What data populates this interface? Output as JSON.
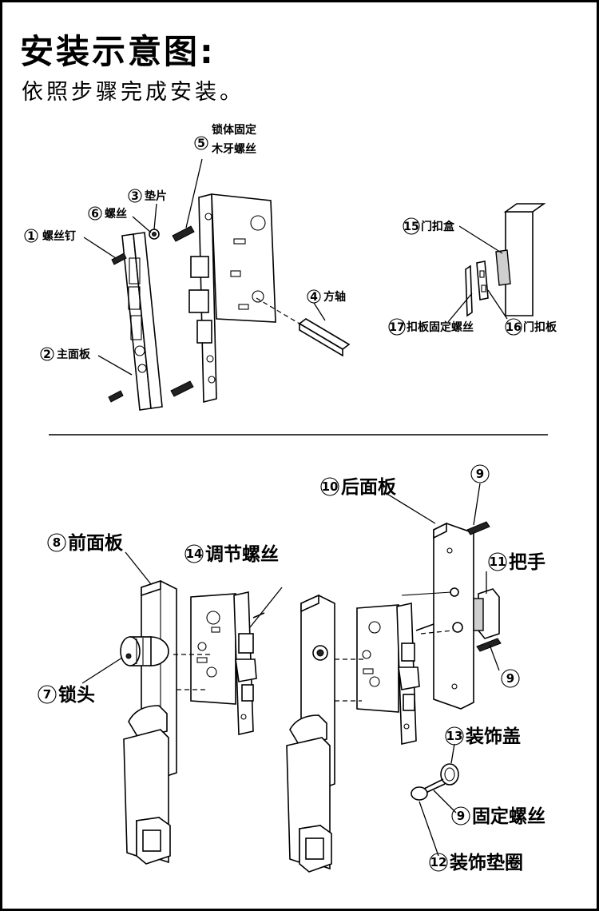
{
  "header": {
    "title": "安装示意图:",
    "subtitle": "依照步骤完成安装。"
  },
  "top_labels": [
    {
      "id": "l5",
      "number": "5",
      "text_line1": "锁体固定",
      "text_line2": "木牙螺丝"
    },
    {
      "id": "l3",
      "number": "3",
      "text": "垫片"
    },
    {
      "id": "l6",
      "number": "6",
      "text": "螺丝"
    },
    {
      "id": "l1",
      "number": "1",
      "text": "螺丝钉"
    },
    {
      "id": "l2",
      "number": "2",
      "text": "主面板"
    },
    {
      "id": "l4",
      "number": "4",
      "text": "方轴"
    },
    {
      "id": "l15",
      "number": "15",
      "text": "门扣盒"
    },
    {
      "id": "l17",
      "number": "17",
      "text": "扣板固定螺丝"
    },
    {
      "id": "l16",
      "number": "16",
      "text": "门扣板"
    }
  ],
  "bottom_labels": [
    {
      "id": "l10",
      "number": "10",
      "text": "后面板"
    },
    {
      "id": "l9a",
      "number": "9",
      "text": ""
    },
    {
      "id": "l8",
      "number": "8",
      "text": "前面板"
    },
    {
      "id": "l14",
      "number": "14",
      "text": "调节螺丝"
    },
    {
      "id": "l11",
      "number": "11",
      "text": "把手"
    },
    {
      "id": "l9b",
      "number": "9",
      "text": ""
    },
    {
      "id": "l7",
      "number": "7",
      "text": "锁头"
    },
    {
      "id": "l13",
      "number": "13",
      "text": "装饰盖"
    },
    {
      "id": "l9c",
      "number": "9",
      "text": "固定螺丝"
    },
    {
      "id": "l12",
      "number": "12",
      "text": "装饰垫圈"
    }
  ]
}
